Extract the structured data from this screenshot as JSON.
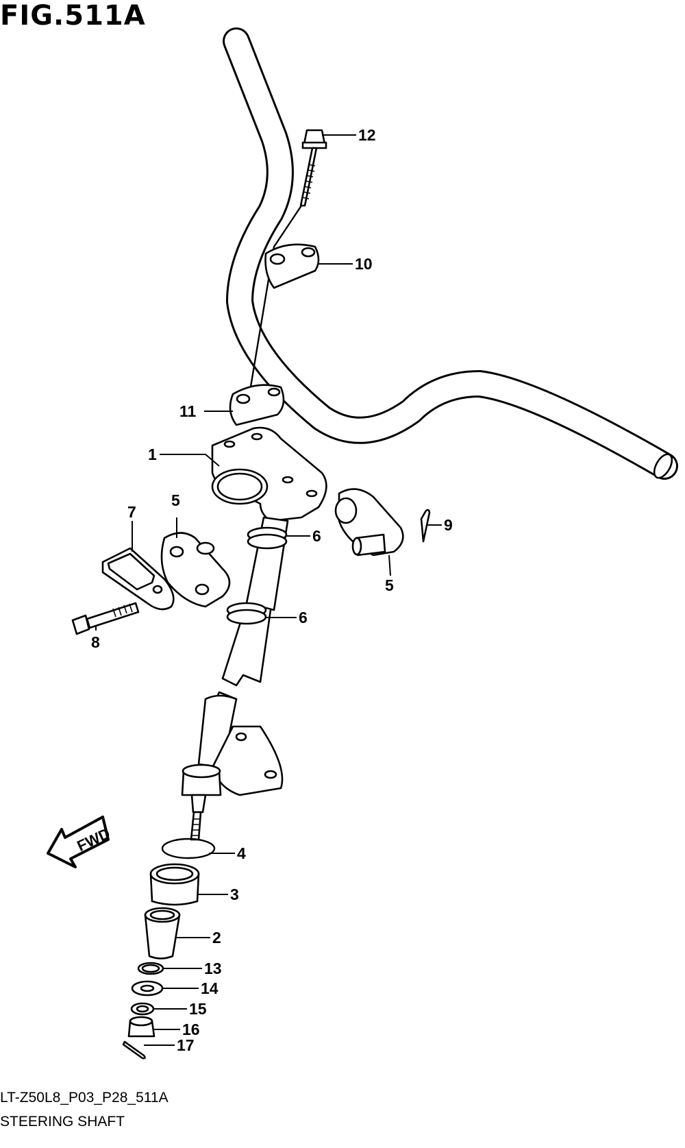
{
  "figure": {
    "title": "FIG.511A",
    "code": "LT-Z50L8_P03_P28_511A",
    "caption": "STEERING SHAFT",
    "direction_label": "FWD"
  },
  "callouts": [
    {
      "id": "c1",
      "label": "1"
    },
    {
      "id": "c2",
      "label": "2"
    },
    {
      "id": "c3",
      "label": "3"
    },
    {
      "id": "c4",
      "label": "4"
    },
    {
      "id": "c5a",
      "label": "5"
    },
    {
      "id": "c5b",
      "label": "5"
    },
    {
      "id": "c6a",
      "label": "6"
    },
    {
      "id": "c6b",
      "label": "6"
    },
    {
      "id": "c7",
      "label": "7"
    },
    {
      "id": "c8",
      "label": "8"
    },
    {
      "id": "c9",
      "label": "9"
    },
    {
      "id": "c10",
      "label": "10"
    },
    {
      "id": "c11",
      "label": "11"
    },
    {
      "id": "c12",
      "label": "12"
    },
    {
      "id": "c13",
      "label": "13"
    },
    {
      "id": "c14",
      "label": "14"
    },
    {
      "id": "c15",
      "label": "15"
    },
    {
      "id": "c16",
      "label": "16"
    },
    {
      "id": "c17",
      "label": "17"
    }
  ]
}
